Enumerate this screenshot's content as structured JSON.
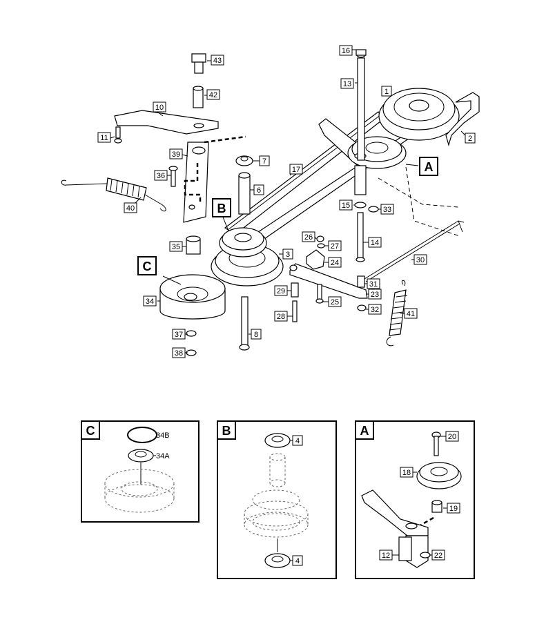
{
  "callouts": {
    "a": "A",
    "b": "B",
    "c": "C"
  },
  "parts": {
    "p1": "1",
    "p2": "2",
    "p3": "3",
    "p6": "6",
    "p7": "7",
    "p8": "8",
    "p10": "10",
    "p11": "11",
    "p13": "13",
    "p14": "14",
    "p15": "15",
    "p16": "16",
    "p17": "17",
    "p23": "23",
    "p24": "24",
    "p25": "25",
    "p26": "26",
    "p27": "27",
    "p28": "28",
    "p29": "29",
    "p30": "30",
    "p31": "31",
    "p32": "32",
    "p33": "33",
    "p34": "34",
    "p35": "35",
    "p36": "36",
    "p37": "37",
    "p38": "38",
    "p39": "39",
    "p40": "40",
    "p41": "41",
    "p42": "42",
    "p43": "43"
  },
  "inset_c": {
    "title": "C",
    "p34b": "34B",
    "p34a": "34A"
  },
  "inset_b": {
    "title": "B",
    "p4_top": "4",
    "p4_bottom": "4"
  },
  "inset_a": {
    "title": "A",
    "p20": "20",
    "p18": "18",
    "p19": "19",
    "p12": "12",
    "p22": "22"
  }
}
